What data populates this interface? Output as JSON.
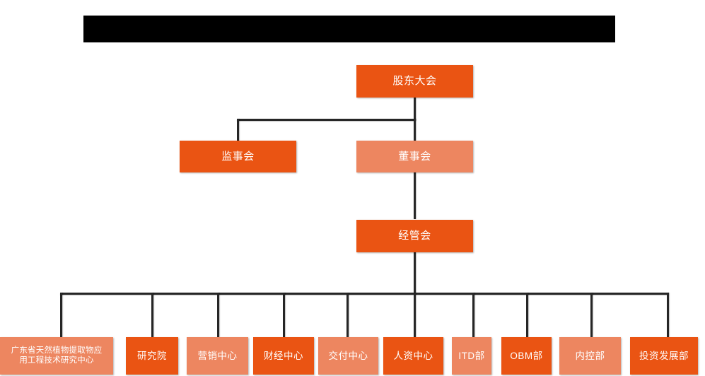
{
  "chart_data": {
    "type": "diagram",
    "title": "",
    "subtype": "organization-chart",
    "colors": {
      "dark_orange": "#EA5413",
      "light_orange": "#ED8660",
      "connector": "#262626",
      "background": "#FFFFFF",
      "redaction": "#000000",
      "text": "#FFFFFF"
    },
    "levels": [
      {
        "level": 1,
        "nodes": [
          "股东大会"
        ]
      },
      {
        "level": 2,
        "nodes": [
          "监事会",
          "董事会"
        ]
      },
      {
        "level": 3,
        "nodes": [
          "经管会"
        ]
      },
      {
        "level": 4,
        "nodes": [
          "广东省天然植物提取物应用工程技术研究中心",
          "研究院",
          "营销中心",
          "财经中心",
          "交付中心",
          "人资中心",
          "ITD部",
          "OBM部",
          "内控部",
          "投资发展部"
        ]
      }
    ],
    "edges": [
      {
        "from": "股东大会",
        "to": "监事会"
      },
      {
        "from": "股东大会",
        "to": "董事会"
      },
      {
        "from": "董事会",
        "to": "经管会"
      },
      {
        "from": "经管会",
        "to": "广东省天然植物提取物应用工程技术研究中心"
      },
      {
        "from": "经管会",
        "to": "研究院"
      },
      {
        "from": "经管会",
        "to": "营销中心"
      },
      {
        "from": "经管会",
        "to": "财经中心"
      },
      {
        "from": "经管会",
        "to": "交付中心"
      },
      {
        "from": "经管会",
        "to": "人资中心"
      },
      {
        "from": "经管会",
        "to": "ITD部"
      },
      {
        "from": "经管会",
        "to": "OBM部"
      },
      {
        "from": "经管会",
        "to": "内控部"
      },
      {
        "from": "经管会",
        "to": "投资发展部"
      }
    ]
  },
  "header": {
    "redacted_bar_label": ""
  },
  "nodes": {
    "shareholders_meeting": {
      "label": "股东大会",
      "fill": "dark"
    },
    "board_of_supervisors": {
      "label": "监事会",
      "fill": "dark"
    },
    "board_of_directors": {
      "label": "董事会",
      "fill": "light"
    },
    "management_committee": {
      "label": "经管会",
      "fill": "dark"
    },
    "dept_01": {
      "label": "广东省天然植物提取物应用工程技术研究中心",
      "line1": "广东省天然植物提取物应",
      "line2": "用工程技术研究中心",
      "fill": "light"
    },
    "dept_02": {
      "label": "研究院",
      "fill": "dark"
    },
    "dept_03": {
      "label": "营销中心",
      "fill": "light"
    },
    "dept_04": {
      "label": "财经中心",
      "fill": "dark"
    },
    "dept_05": {
      "label": "交付中心",
      "fill": "light"
    },
    "dept_06": {
      "label": "人资中心",
      "fill": "dark"
    },
    "dept_07": {
      "label": "ITD部",
      "fill": "light"
    },
    "dept_08": {
      "label": "OBM部",
      "fill": "dark"
    },
    "dept_09": {
      "label": "内控部",
      "fill": "light"
    },
    "dept_10": {
      "label": "投资发展部",
      "fill": "dark"
    }
  }
}
